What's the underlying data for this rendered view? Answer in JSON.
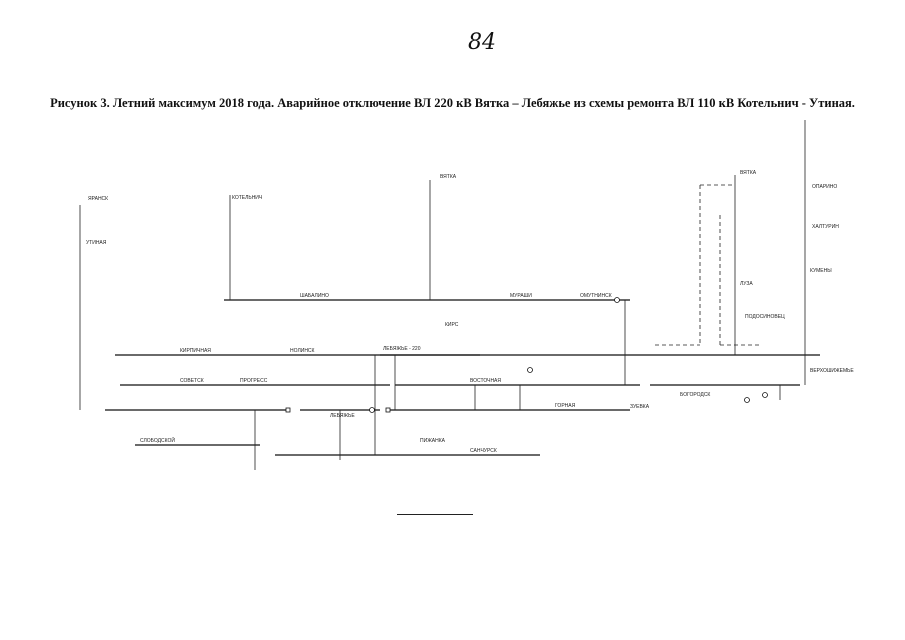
{
  "page_number": "84",
  "caption": "Рисунок 3. Летний максимум 2018 года. Аварийное отключение ВЛ 220 кВ Вятка – Лебяжье из схемы ремонта ВЛ 110 кВ Котельнич - Утиная.",
  "nodes": {
    "vyatka": "ВЯТКА",
    "kotelnich": "КОТЕЛЬНИЧ",
    "lebyazhye_220": "ЛЕБЯЖЬЕ - 220",
    "lebyazhye": "ЛЕБЯЖЬЕ",
    "utinaya": "УТИНАЯ",
    "yaransk": "ЯРАНСК",
    "sovetsk": "СОВЕТСК",
    "progress": "ПРОГРЕСС",
    "kirpichnaya": "КИРПИЧНАЯ",
    "nolinsk": "НОЛИНСК",
    "shabalino": "ШАБАЛИНО",
    "vostochnaya": "ВОСТОЧНАЯ",
    "gornaya": "ГОРНАЯ",
    "zuevka": "ЗУЕВКА",
    "sanchursk": "САНЧУРСК",
    "pizhanka": "ПИЖАНКА",
    "slobodskoy": "СЛОБОДСКОЙ",
    "kirs": "КИРС",
    "murashi": "МУРАШИ",
    "omutninsk": "ОМУТНИНСК",
    "luza": "ЛУЗА",
    "podosinovets": "ПОДОСИНОВЕЦ",
    "oparino": "ОПАРИНО",
    "khalturin": "ХАЛТУРИН",
    "kumeny": "КУМЕНЫ",
    "bogorodsk": "БОГОРОДСК",
    "verkhoshizhemye": "ВЕРХОШИЖЕМЬЕ"
  }
}
